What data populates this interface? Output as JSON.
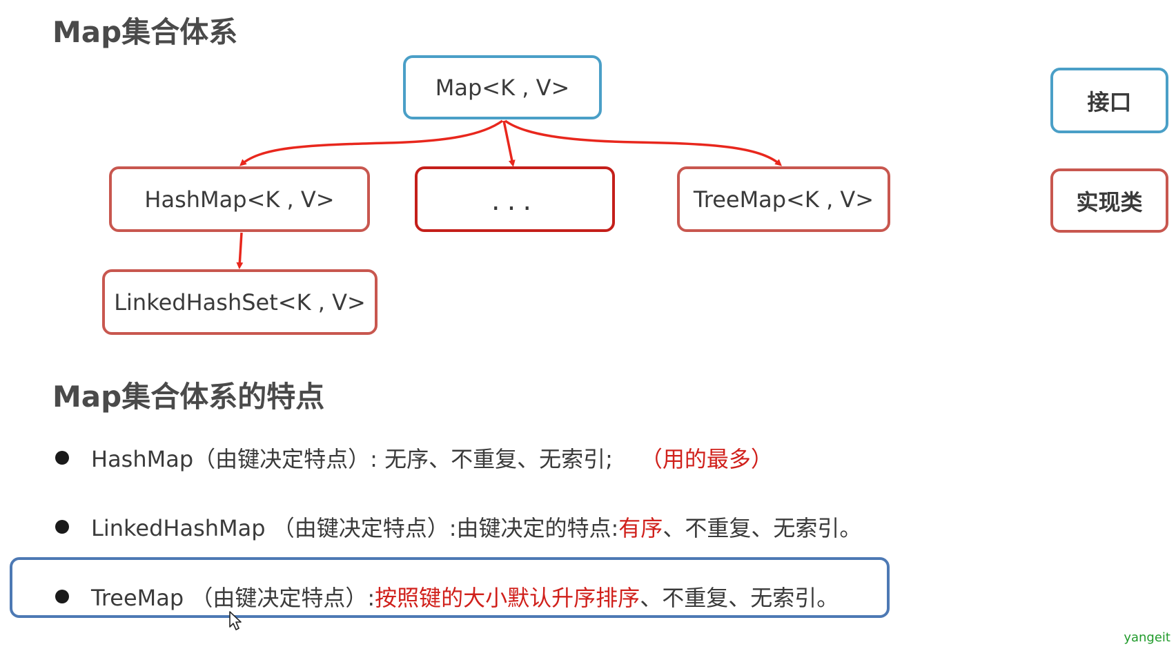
{
  "titles": {
    "top": "Map集合体系",
    "features": "Map集合体系的特点"
  },
  "diagram": {
    "root": "Map<K , V>",
    "hashmap": "HashMap<K , V>",
    "ellipsis": "...",
    "treemap": "TreeMap<K , V>",
    "linked": "LinkedHashSet<K , V>"
  },
  "legend": {
    "interface": "接口",
    "implementation": "实现类"
  },
  "features": [
    {
      "prefix": "HashMap（由键决定特点）: 无序、不重复、无索引;",
      "highlight": "（用的最多）",
      "suffix": ""
    },
    {
      "prefix": "LinkedHashMap （由键决定特点）:由键决定的特点: ",
      "highlight": "有序",
      "suffix": "、不重复、无索引。"
    },
    {
      "prefix": "TreeMap （由键决定特点）:",
      "highlight": "按照键的大小默认升序排序",
      "suffix": "、不重复、无索引。"
    }
  ],
  "watermark": "yangeit",
  "colors": {
    "interface_border": "#4a9fc7",
    "impl_border": "#c8574f",
    "arrow": "#e8271d",
    "highlight_text": "#d0201b",
    "highlight_frame": "#4d79b4"
  },
  "icons": {
    "cursor": "mouse-pointer-icon"
  }
}
